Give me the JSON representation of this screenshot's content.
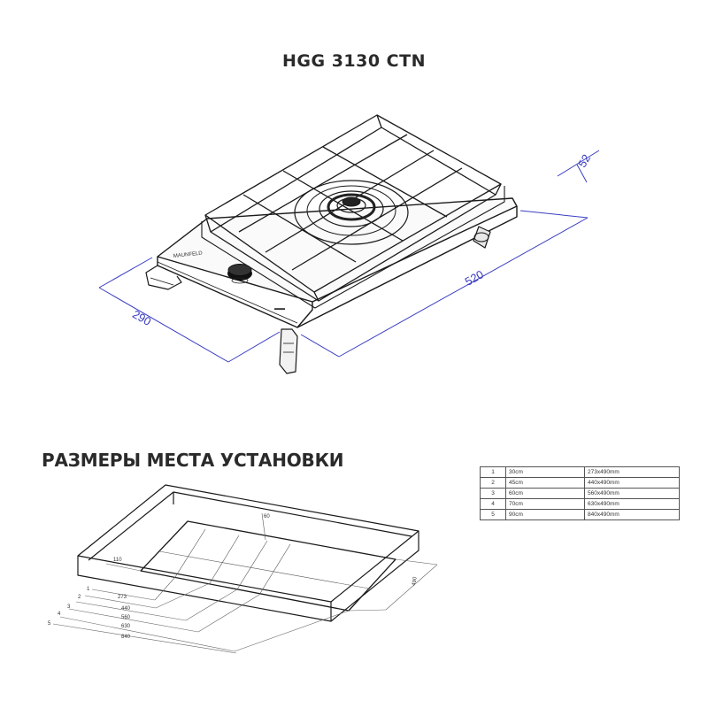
{
  "title": "HGG 3130 CTN",
  "hob": {
    "dim_width": "290",
    "dim_length": "520",
    "dim_height": "52",
    "brand_label": "MAUNFELD"
  },
  "section_title": "РАЗМЕРЫ МЕСТА УСТАНОВКИ",
  "cutout": {
    "dim_depth": "490",
    "dim_front": "110",
    "dim_back": "60",
    "index_labels": [
      "1",
      "2",
      "3",
      "4",
      "5"
    ],
    "width_labels": [
      "273",
      "440",
      "560",
      "630",
      "840"
    ]
  },
  "sizes_table": {
    "rows": [
      {
        "n": "1",
        "width": "30cm",
        "cutout": "273x490mm"
      },
      {
        "n": "2",
        "width": "45cm",
        "cutout": "440x490mm"
      },
      {
        "n": "3",
        "width": "60cm",
        "cutout": "560x490mm"
      },
      {
        "n": "4",
        "width": "70cm",
        "cutout": "630x490mm"
      },
      {
        "n": "5",
        "width": "90cm",
        "cutout": "840x490mm"
      }
    ]
  },
  "colors": {
    "dimension_line": "#3a3ec2",
    "drawing_line": "#1a1a1a"
  }
}
